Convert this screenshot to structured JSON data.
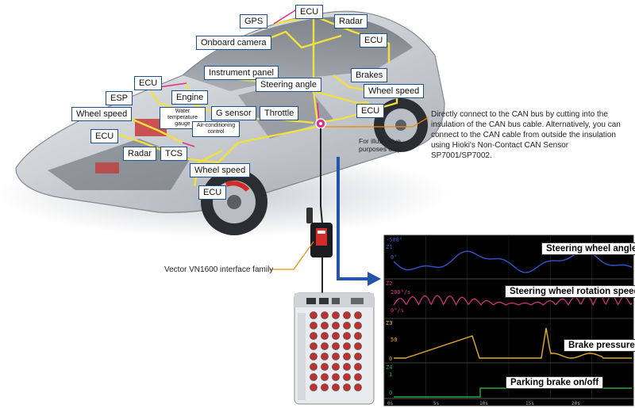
{
  "labels": {
    "ecu_top": "ECU",
    "gps": "GPS",
    "radar_top": "Radar",
    "onboard_camera": "Onboard camera",
    "ecu_right": "ECU",
    "instrument_panel": "Instrument panel",
    "brakes": "Brakes",
    "ecu_left": "ECU",
    "steering_angle": "Steering angle",
    "wheel_speed_right": "Wheel speed",
    "esp": "ESP",
    "engine": "Engine",
    "wheel_speed_left": "Wheel speed",
    "water_temp": "Water temperature gauge",
    "g_sensor": "G sensor",
    "throttle": "Throttle",
    "ecu_right2": "ECU",
    "ac_control": "Air-conditioning control",
    "ecu_mid_left": "ECU",
    "radar_low": "Radar",
    "tcs": "TCS",
    "wheel_speed_low": "Wheel speed",
    "ecu_bottom": "ECU"
  },
  "notes": {
    "can_bus": "Directly connect  to the CAN bus by cutting into the insulation of the CAN bus cable. Alternatively, you can connect to the CAN cable from outside the insulation using Hioki's Non-Contact CAN Sensor SP7001/SP7002.",
    "illustrative": "For illustrative purposes only",
    "vector": "Vector VN1600 interface family"
  },
  "scope": {
    "top_scale": "-500°",
    "traces": [
      {
        "id": "Z1",
        "scale": "0°",
        "title": "Steering wheel angle",
        "color": "#3355cc"
      },
      {
        "id": "Z2",
        "scale": "200°/s",
        "zero": "0°/s",
        "title": "Steering wheel rotation speed",
        "color": "#e0308a"
      },
      {
        "id": "Z3",
        "scale": "50",
        "zero": "0",
        "title": "Brake pressure",
        "color": "#e8b020"
      },
      {
        "id": "Z4",
        "scale": "1",
        "zero": "0",
        "title": "Parking brake on/off",
        "color": "#22aa44"
      }
    ],
    "time_ticks": [
      "0s",
      "5s",
      "10s",
      "15s",
      "20s"
    ]
  },
  "colors": {
    "harness": "#f0e040",
    "border": "#1b4f8f",
    "arrow": "#2255aa",
    "leader": "#f08a00"
  }
}
